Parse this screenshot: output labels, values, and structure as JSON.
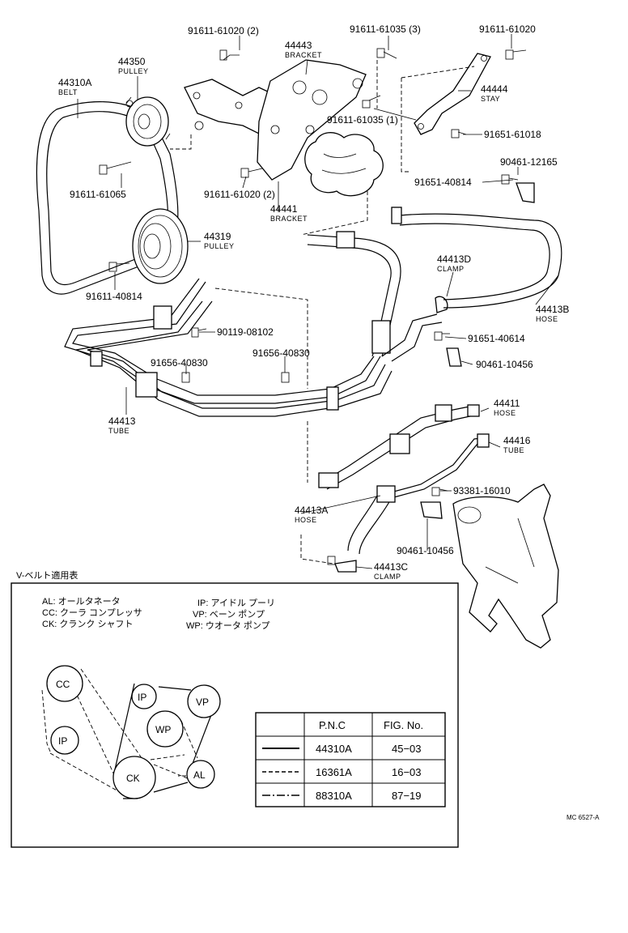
{
  "callouts": [
    {
      "id": "p1",
      "pn": "91611-61020 (2)"
    },
    {
      "id": "p2",
      "pn": "44443",
      "name": "BRACKET"
    },
    {
      "id": "p3",
      "pn": "91611-61035 (3)"
    },
    {
      "id": "p4",
      "pn": "91611-61020"
    },
    {
      "id": "p5",
      "pn": "44350",
      "name": "PULLEY"
    },
    {
      "id": "p6",
      "pn": "44310A",
      "name": "BELT"
    },
    {
      "id": "p7",
      "pn": "44444",
      "name": "STAY"
    },
    {
      "id": "p8",
      "pn": "91611-61035 (1)"
    },
    {
      "id": "p9",
      "pn": "91651-61018"
    },
    {
      "id": "p10",
      "pn": "90461-12165"
    },
    {
      "id": "p11",
      "pn": "91651-40814"
    },
    {
      "id": "p12",
      "pn": "91611-61065"
    },
    {
      "id": "p13",
      "pn": "91611-61020 (2)"
    },
    {
      "id": "p14",
      "pn": "44441",
      "name": "BRACKET"
    },
    {
      "id": "p15",
      "pn": "44319",
      "name": "PULLEY"
    },
    {
      "id": "p16",
      "pn": "44413D",
      "name": "CLAMP"
    },
    {
      "id": "p17",
      "pn": "91611-40814"
    },
    {
      "id": "p18",
      "pn": "44413B",
      "name": "HOSE"
    },
    {
      "id": "p19",
      "pn": "90119-08102"
    },
    {
      "id": "p20",
      "pn": "91651-40614"
    },
    {
      "id": "p21",
      "pn": "91656-40830"
    },
    {
      "id": "p22",
      "pn": "91656-40830"
    },
    {
      "id": "p23",
      "pn": "90461-10456"
    },
    {
      "id": "p24",
      "pn": "44413",
      "name": "TUBE"
    },
    {
      "id": "p25",
      "pn": "44411",
      "name": "HOSE"
    },
    {
      "id": "p26",
      "pn": "44416",
      "name": "TUBE"
    },
    {
      "id": "p27",
      "pn": "93381-16010"
    },
    {
      "id": "p28",
      "pn": "44413A",
      "name": "HOSE"
    },
    {
      "id": "p29",
      "pn": "90461-10456"
    },
    {
      "id": "p30",
      "pn": "44413C",
      "name": "CLAMP"
    }
  ],
  "vbelt": {
    "title": "V-ベルト適用表",
    "legend": [
      "AL: オールタネータ",
      "CC: クーラ コンプレッサ",
      "CK: クランク シャフト",
      "IP: アイドル プーリ",
      "VP: ベーン ポンプ",
      "WP: ウオータ ポンプ"
    ],
    "pulleys": [
      "CC",
      "IP",
      "IP",
      "VP",
      "WP",
      "CK",
      "AL"
    ],
    "table": {
      "headers": [
        "P.N.C",
        "FIG. No."
      ],
      "rows": [
        {
          "style": "solid",
          "pnc": "44310A",
          "fig": "45−03"
        },
        {
          "style": "dashed",
          "pnc": "16361A",
          "fig": "16−03"
        },
        {
          "style": "dashdot",
          "pnc": "88310A",
          "fig": "87−19"
        }
      ]
    }
  },
  "diagram_code": "MC 6527-A"
}
